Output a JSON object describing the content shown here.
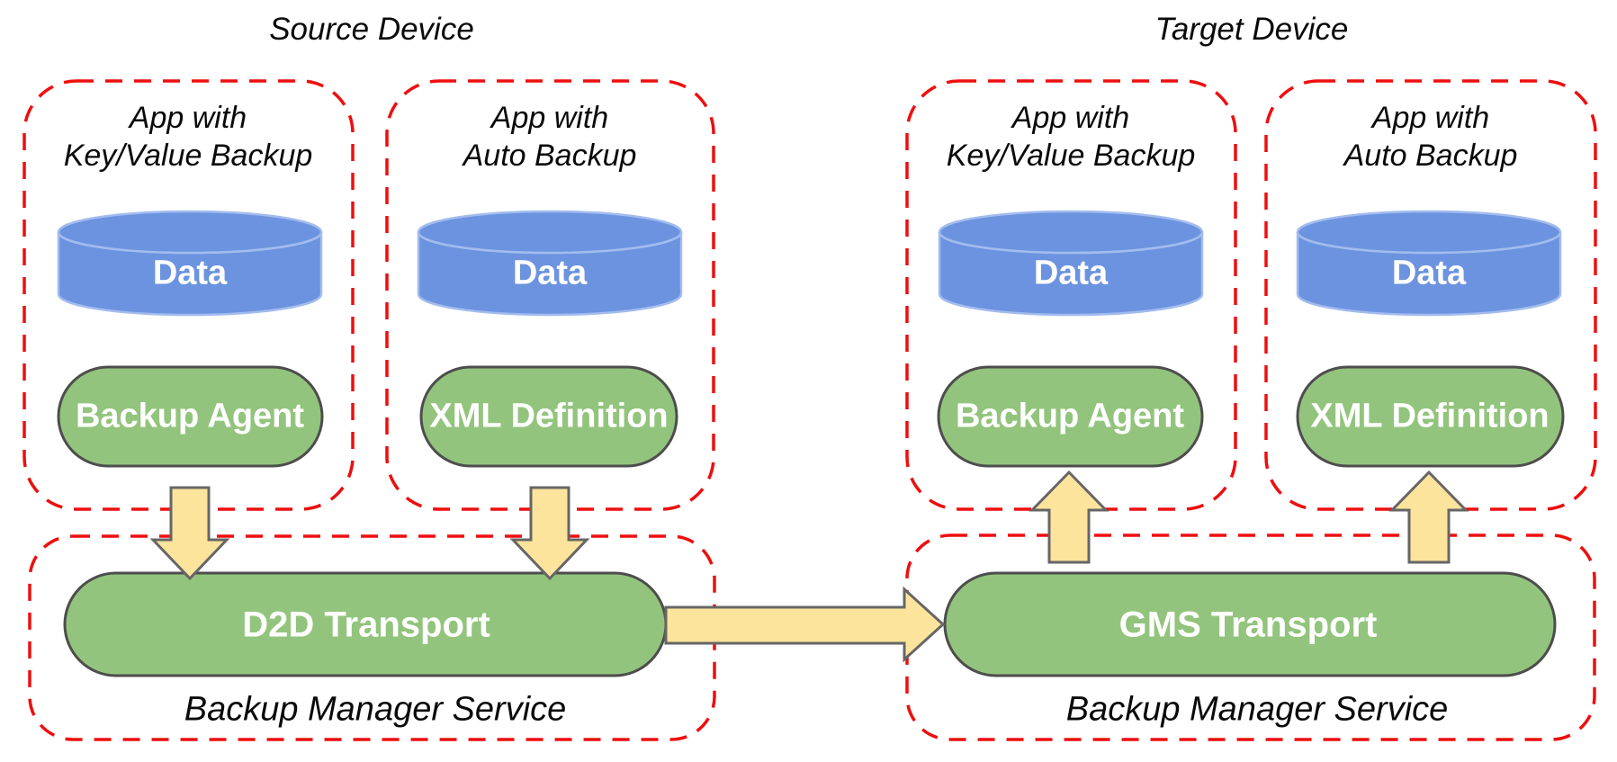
{
  "diagram": {
    "source_title": "Source Device",
    "target_title": "Target Device",
    "app_boxes": [
      {
        "title_line1": "App with",
        "title_line2": "Key/Value Backup",
        "data_store": "Data",
        "component": "Backup Agent"
      },
      {
        "title_line1": "App with",
        "title_line2": "Auto Backup",
        "data_store": "Data",
        "component": "XML Definition"
      },
      {
        "title_line1": "App with",
        "title_line2": "Key/Value Backup",
        "data_store": "Data",
        "component": "Backup Agent"
      },
      {
        "title_line1": "App with",
        "title_line2": "Auto Backup",
        "data_store": "Data",
        "component": "XML Definition"
      }
    ],
    "services": [
      {
        "transport": "D2D Transport",
        "label": "Backup Manager Service"
      },
      {
        "transport": "GMS Transport",
        "label": "Backup Manager Service"
      }
    ],
    "arrows": [
      "backup-agent-to-d2d-transport",
      "xml-definition-to-d2d-transport",
      "d2d-transport-to-gms-transport",
      "gms-transport-to-backup-agent",
      "gms-transport-to-xml-definition"
    ]
  },
  "colors": {
    "dashed_border": "#ee0e0e",
    "cylinder_fill": "#6c93df",
    "cylinder_stroke": "#a3bcee",
    "pill_fill": "#93c47d",
    "pill_border": "#4d4d4d",
    "arrow_fill": "#fde49c",
    "arrow_border": "#666666",
    "text": "#0a0a0a",
    "shape_text": "#ffffff"
  }
}
